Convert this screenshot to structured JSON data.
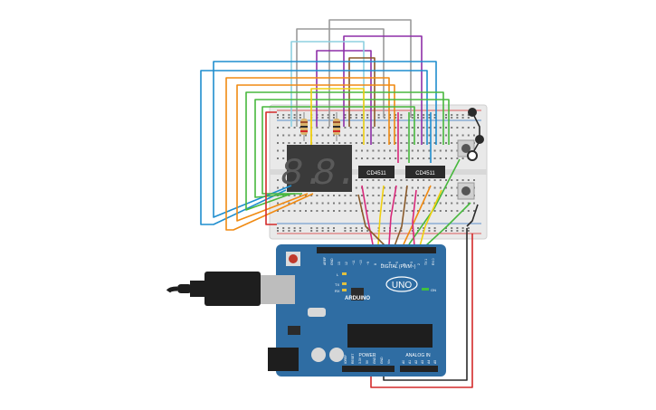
{
  "breadboard": {
    "ic_labels": [
      "CD4511",
      "CD4511"
    ]
  },
  "arduino": {
    "logo_text": "ARDUINO",
    "model": "UNO",
    "digital_header_label": "DIGITAL (PWM~)",
    "analog_header_label": "ANALOG IN",
    "power_header_label": "POWER",
    "on_led_label": "ON",
    "tx_label": "TX",
    "rx_label": "RX",
    "l_label": "L",
    "digital_pins": [
      "AREF",
      "GND",
      "13",
      "12",
      "~11",
      "~10",
      "~9",
      "8",
      "7",
      "~6",
      "~5",
      "4",
      "~3",
      "2",
      "TX 1",
      "RX 0"
    ],
    "power_pins": [
      "IOREF",
      "RESET",
      "3.3V",
      "5V",
      "GND",
      "GND",
      "Vin"
    ],
    "analog_pins": [
      "A0",
      "A1",
      "A2",
      "A3",
      "A4",
      "A5"
    ]
  },
  "display": {
    "digits": [
      "8.",
      "8."
    ]
  },
  "colors": {
    "wire_red": "#d42a2a",
    "wire_black": "#2b2b2b",
    "wire_blue": "#1f8ecf",
    "wire_orange": "#f08a12",
    "wire_green": "#48b83e",
    "wire_yellow": "#f0d010",
    "wire_purple": "#8e2fa8",
    "wire_gray": "#9a9a9a",
    "wire_pink": "#d8287a",
    "wire_brown": "#8a5a2a",
    "wire_lightblue": "#8ed0e0",
    "board_blue": "#2f6da3"
  }
}
